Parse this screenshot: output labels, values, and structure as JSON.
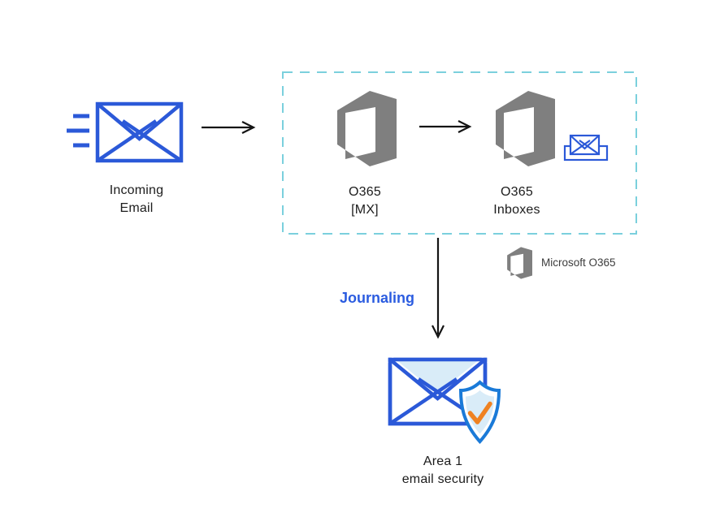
{
  "colors": {
    "accent-blue": "#2b59d8",
    "journal-blue": "#2b5ce0",
    "boundary-teal": "#7bd0dd",
    "logo-gray": "#7f7f7f",
    "arrow-black": "#141414",
    "text-black": "#1c1c1c",
    "legend-gray": "#3c3c3c",
    "shield-blue": "#1a7ad8",
    "check-orange": "#ef8222",
    "light-blue-fill": "#d9ecf8"
  },
  "nodes": {
    "incoming_email": {
      "line1": "Incoming",
      "line2": "Email"
    },
    "o365_mx": {
      "line1": "O365",
      "line2": "[MX]"
    },
    "o365_inboxes": {
      "line1": "O365",
      "line2": "Inboxes"
    },
    "area1": {
      "line1": "Area 1",
      "line2": "email security"
    }
  },
  "labels": {
    "journaling": "Journaling"
  },
  "legend": {
    "microsoft_o365": "Microsoft O365"
  },
  "icons": {
    "incoming_email": "envelope-with-speed-lines-icon",
    "o365_logo": "office365-logo-icon",
    "inbox": "inbox-tray-envelope-icon",
    "area1": "envelope-shield-check-icon",
    "flow_arrow_right": "arrow-right-icon",
    "flow_arrow_down": "arrow-down-icon",
    "boundary": "dashed-boundary-box"
  }
}
